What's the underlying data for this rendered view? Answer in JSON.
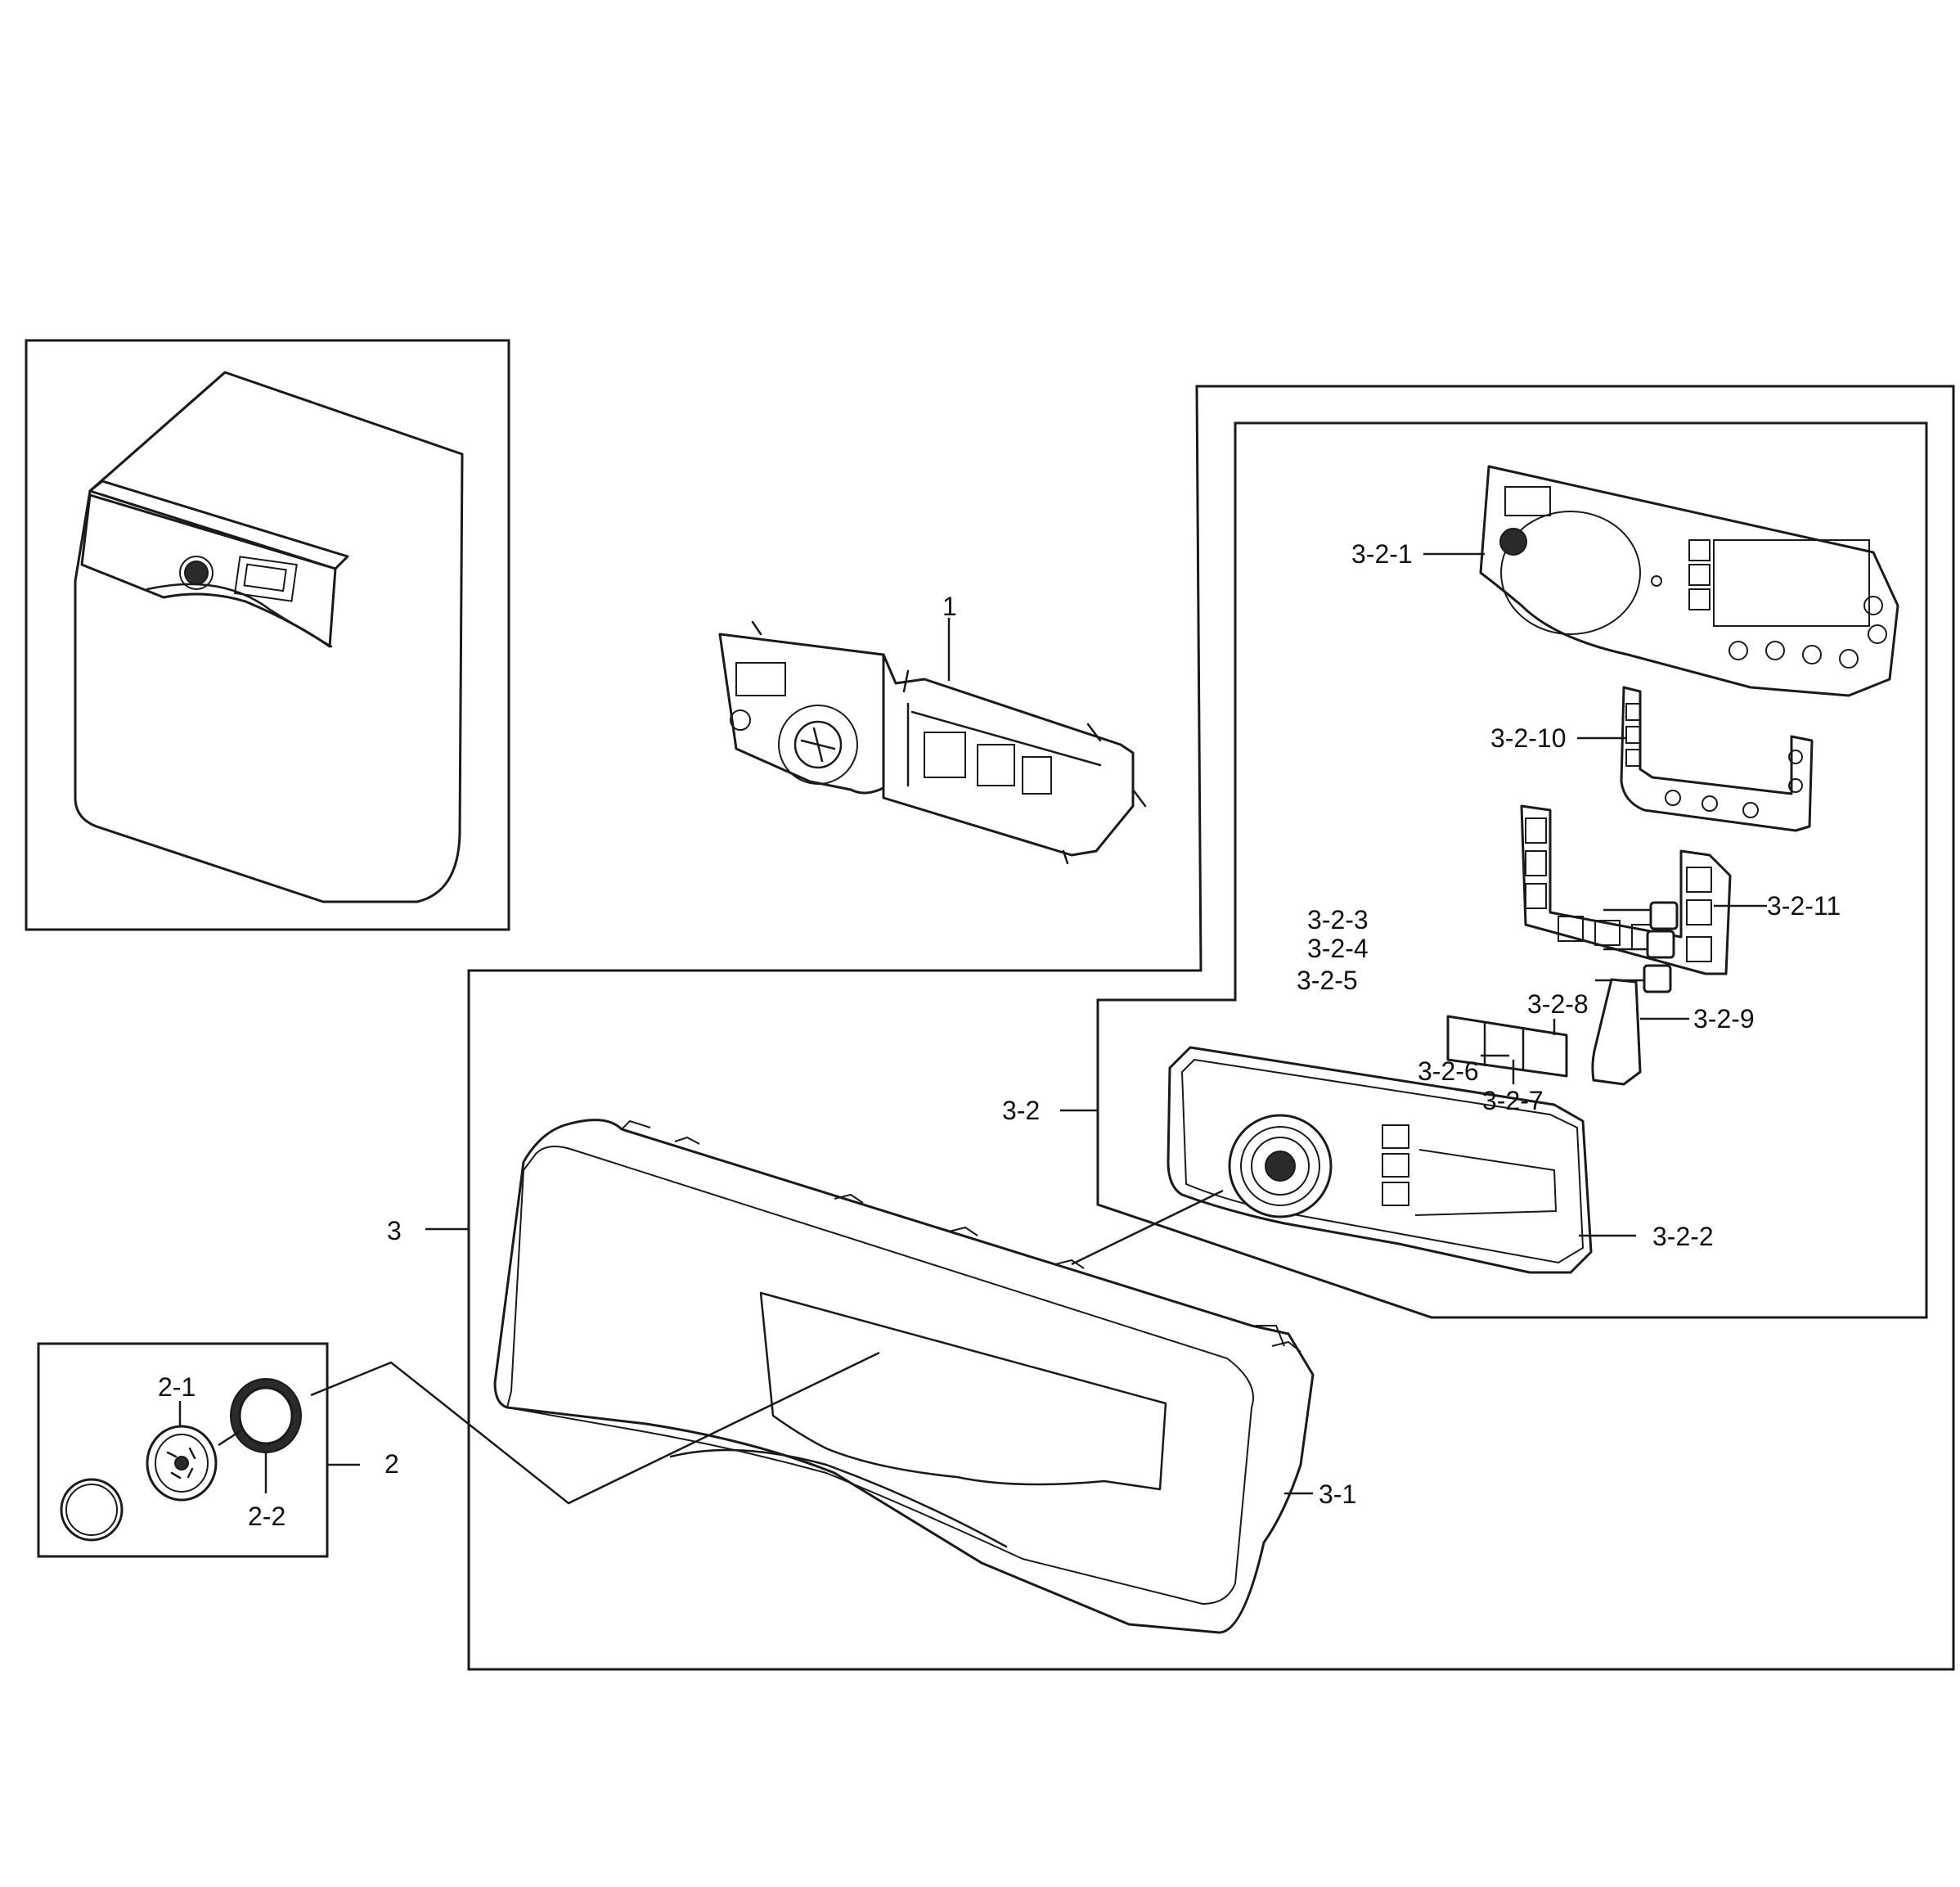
{
  "callouts": {
    "c1": "1",
    "c2": "2",
    "c2_1": "2-1",
    "c2_2": "2-2",
    "c3": "3",
    "c3_1": "3-1",
    "c3_2": "3-2",
    "c3_2_1": "3-2-1",
    "c3_2_2": "3-2-2",
    "c3_2_3": "3-2-3",
    "c3_2_4": "3-2-4",
    "c3_2_5": "3-2-5",
    "c3_2_6": "3-2-6",
    "c3_2_7": "3-2-7",
    "c3_2_8": "3-2-8",
    "c3_2_9": "3-2-9",
    "c3_2_10": "3-2-10",
    "c3_2_11": "3-2-11"
  }
}
